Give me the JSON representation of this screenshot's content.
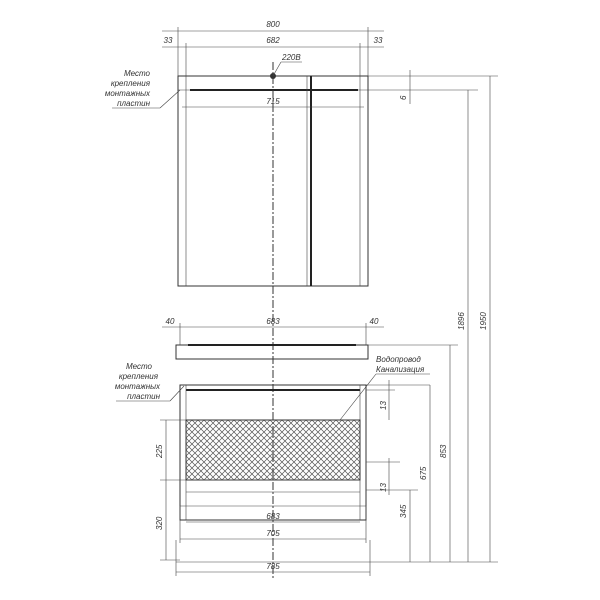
{
  "cabinet_top": {
    "width_total": "800",
    "side_left": "33",
    "inner_width": "682",
    "side_right": "33",
    "power_label": "220В",
    "lower_width": "715",
    "top_gap": "6"
  },
  "cabinet_bottom": {
    "side_left": "40",
    "top_width": "683",
    "side_right": "40",
    "shelf_gap": "13",
    "inner_height": "225",
    "leg_height": "320",
    "inner_width": "683",
    "body_width": "705",
    "base_width": "785",
    "h_675": "675",
    "h_345": "345",
    "h_13_lower": "13"
  },
  "overall": {
    "h_853": "853",
    "h_1896": "1896",
    "h_1950": "1950"
  },
  "notes": {
    "mount_top_1": "Место",
    "mount_top_2": "крепления",
    "mount_top_3": "монтажных",
    "mount_top_4": "пластин",
    "mount_bottom_1": "Место",
    "mount_bottom_2": "крепления",
    "mount_bottom_3": "монтажных",
    "mount_bottom_4": "пластин",
    "water_supply": "Водопровод",
    "sewer": "Канализация"
  }
}
